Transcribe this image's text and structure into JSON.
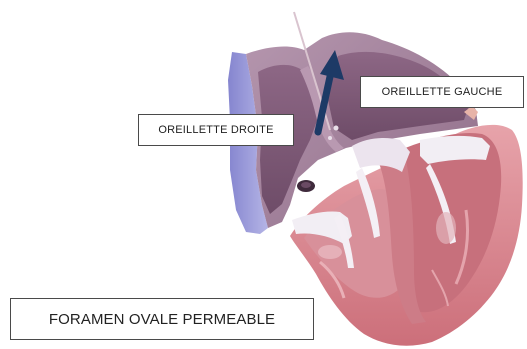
{
  "labels": {
    "left_atrium": "OREILLETTE GAUCHE",
    "right_atrium": "OREILLETTE DROITE",
    "caption": "FORAMEN OVALE PERMEABLE"
  },
  "colors": {
    "arrow": "#1d3a66",
    "atrium_wall": "#a98ba3",
    "atrium_interior": "#7e5a76",
    "myocardium": "#d8838c",
    "vena_cava": "#9a9ad8",
    "valve_tissue": "#f2eef4"
  }
}
